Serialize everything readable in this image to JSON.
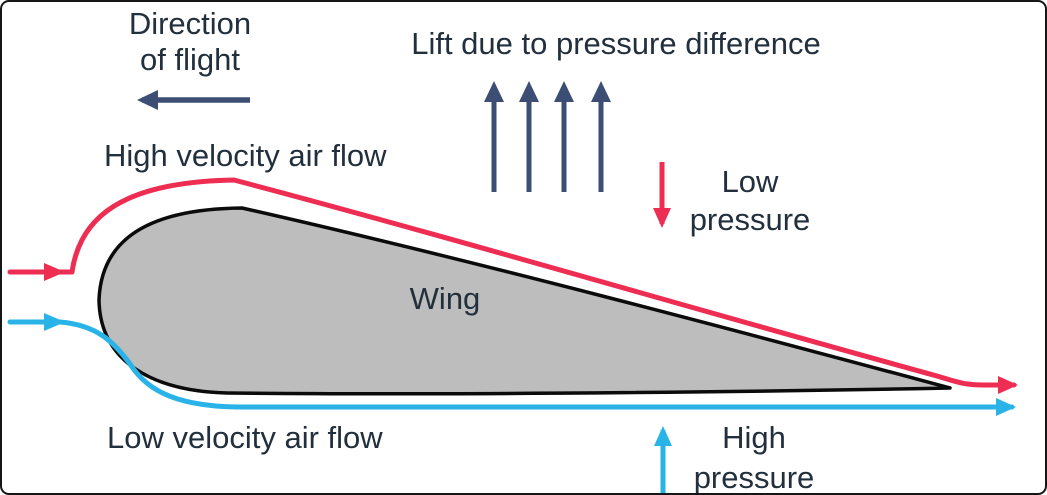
{
  "diagram": {
    "title": "Airfoil lift diagram",
    "labels": {
      "direction_of_flight_line1": "Direction",
      "direction_of_flight_line2": "of flight",
      "lift": "Lift due to pressure difference",
      "high_velocity": "High velocity air flow",
      "low_velocity": "Low velocity air flow",
      "wing": "Wing",
      "low_pressure_line1": "Low",
      "low_pressure_line2": "pressure",
      "high_pressure_line1": "High",
      "high_pressure_line2": "pressure"
    },
    "colors": {
      "red": "#ee2d52",
      "cyan": "#29b3e6",
      "navy": "#3c4e74",
      "text": "#222f3d",
      "wing_fill": "#bdbdbd",
      "wing_stroke": "#0b0b0b",
      "frame": "#161616",
      "background": "#ffffff"
    }
  }
}
